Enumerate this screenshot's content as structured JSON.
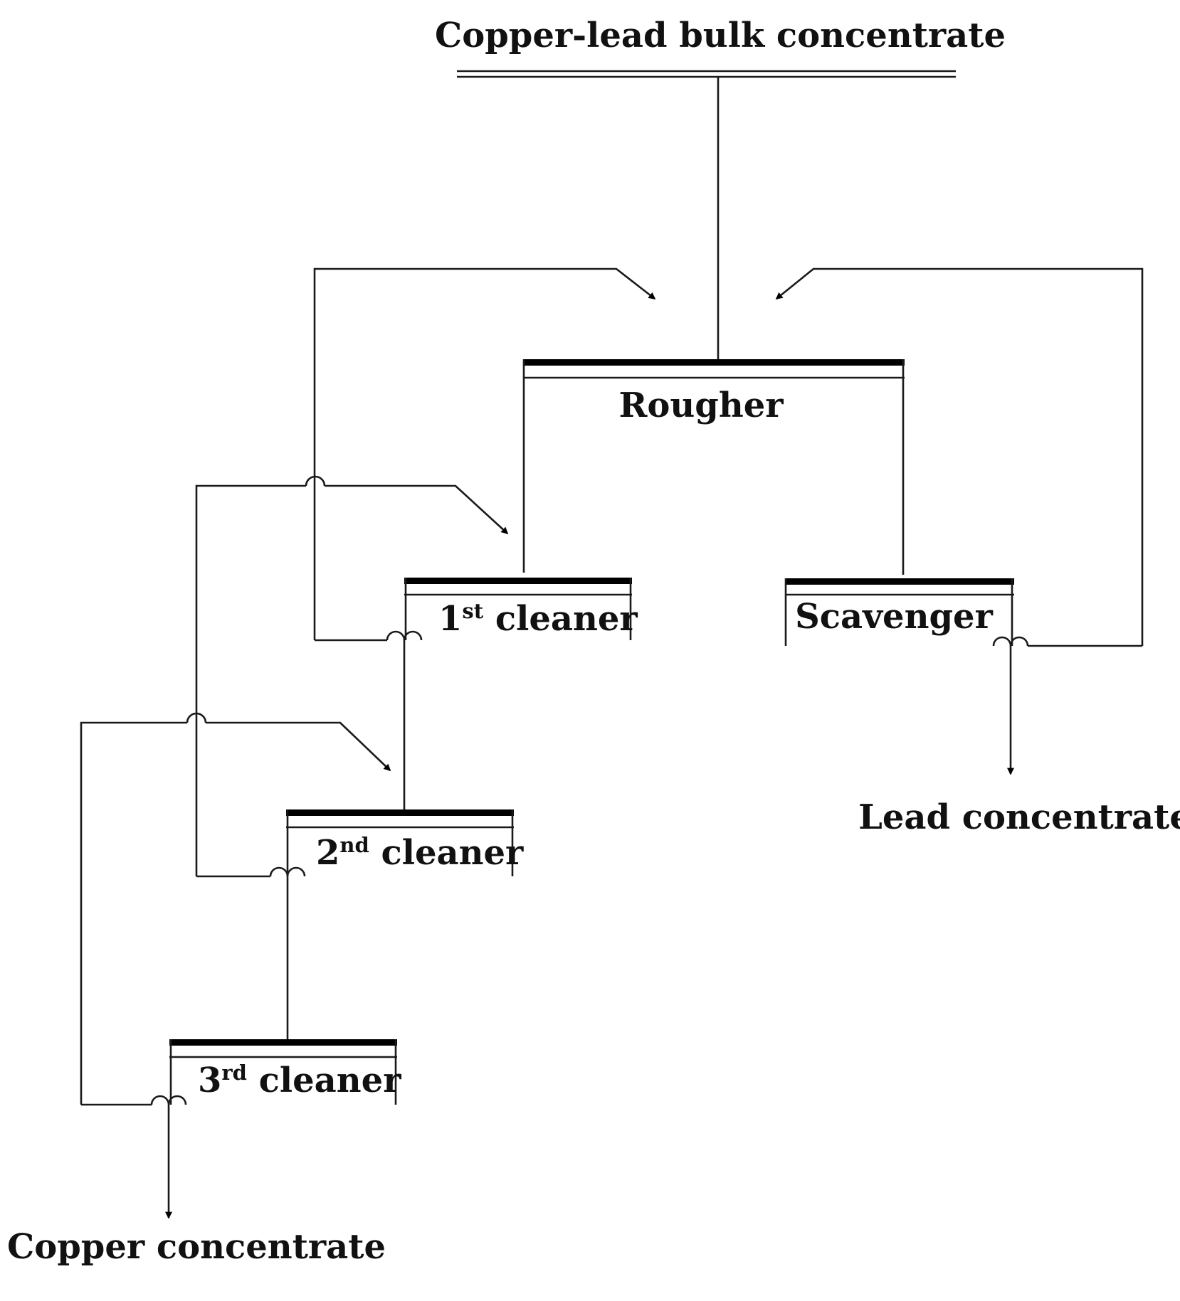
{
  "feed": {
    "label": "Copper-lead bulk concentrate"
  },
  "stages": {
    "rougher": {
      "label": "Rougher"
    },
    "scavenger": {
      "label": "Scavenger"
    },
    "cleaner1": {
      "num": "1",
      "sup": "st",
      "label": " cleaner"
    },
    "cleaner2": {
      "num": "2",
      "sup": "nd",
      "label": " cleaner"
    },
    "cleaner3": {
      "num": "3",
      "sup": "rd",
      "label": " cleaner"
    }
  },
  "products": {
    "lead": {
      "label": "Lead concentrate"
    },
    "copper": {
      "label": "Copper concentrate"
    }
  },
  "colors": {
    "line": "#1a1a1a",
    "cell_bar": "#000000",
    "text": "#111111",
    "background": "#ffffff"
  }
}
